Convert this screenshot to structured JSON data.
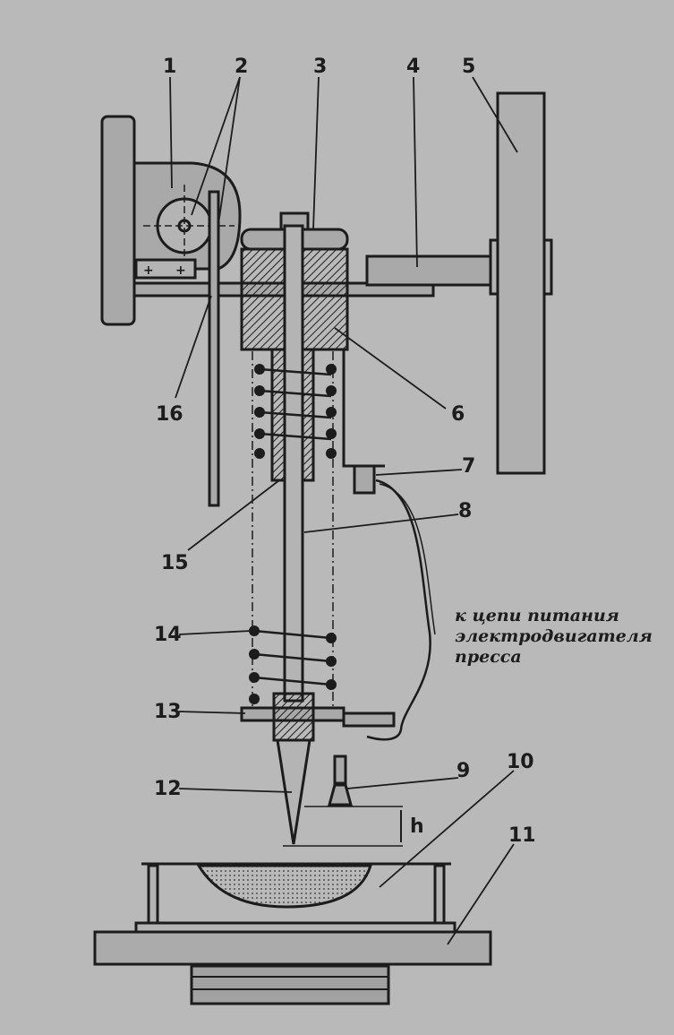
{
  "labels": {
    "l1": "1",
    "l2": "2",
    "l3": "3",
    "l4": "4",
    "l5": "5",
    "l6": "6",
    "l7": "7",
    "l8": "8",
    "l9": "9",
    "l10": "10",
    "l11": "11",
    "l12": "12",
    "l13": "13",
    "l14": "14",
    "l15": "15",
    "l16": "16",
    "h": "h"
  },
  "caption": {
    "line1": "к цепи   питания",
    "line2": "электродвигателя",
    "line3": "пресса"
  },
  "colors": {
    "background": "#b9b9b9",
    "ink": "#1c1c1c",
    "part_fill": "#a9a9a9"
  }
}
